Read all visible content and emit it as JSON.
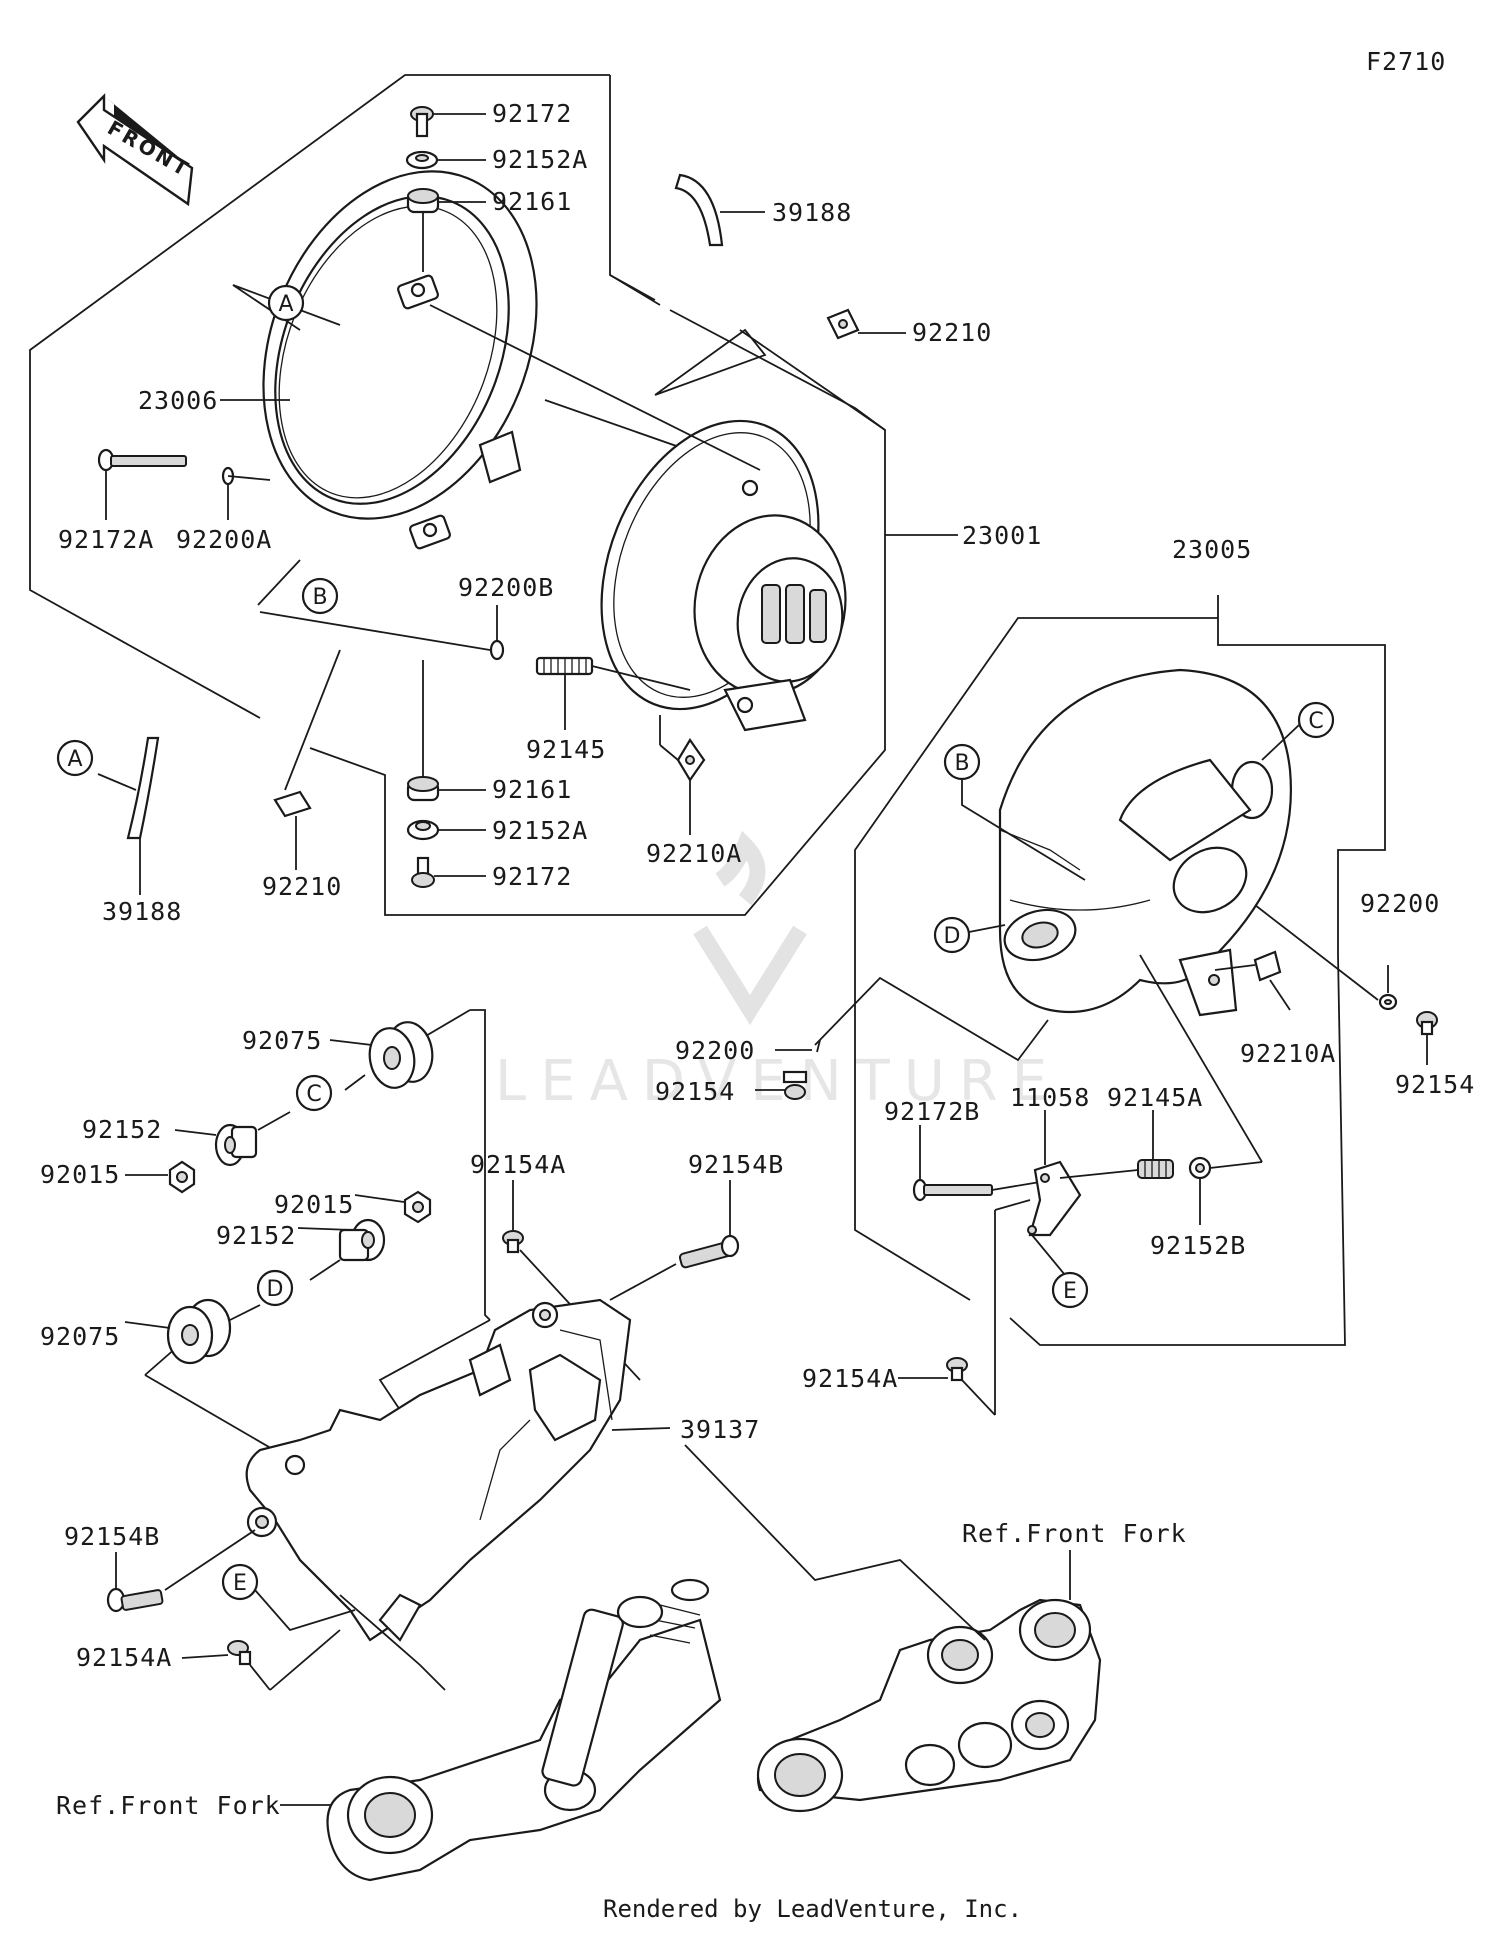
{
  "diagram": {
    "figure_code": "F2710",
    "front_label": "FRONT",
    "watermark": "LEADVENTURE",
    "footer": "Rendered by LeadVenture, Inc.",
    "part_labels": {
      "p92172_top": "92172",
      "p92152A_top": "92152A",
      "p92161_top": "92161",
      "p39188_top": "39188",
      "p92210_top": "92210",
      "p23006": "23006",
      "p92172A": "92172A",
      "p92200A": "92200A",
      "p23001": "23001",
      "p23005": "23005",
      "p92200B": "92200B",
      "p92145": "92145",
      "p92161_bot": "92161",
      "p92152A_bot": "92152A",
      "p92172_bot": "92172",
      "p92210A_left": "92210A",
      "p39188_bot": "39188",
      "p92210_bot": "92210",
      "p92200_right": "92200",
      "p92154_right": "92154",
      "p92210A_right": "92210A",
      "p92200_mid": "92200",
      "p92154_mid": "92154",
      "p92172B": "92172B",
      "p11058": "11058",
      "p92145A": "92145A",
      "p92152B": "92152B",
      "p92154A_right": "92154A",
      "p92075_top": "92075",
      "p92152_top": "92152",
      "p92015_left": "92015",
      "p92015_right": "92015",
      "p92152_mid": "92152",
      "p92075_bot": "92075",
      "p92154A_top": "92154A",
      "p92154B_top": "92154B",
      "p39137": "39137",
      "p92154B_left": "92154B",
      "p92154A_left": "92154A",
      "ref_front_fork_right": "Ref.Front Fork",
      "ref_front_fork_left": "Ref.Front Fork"
    },
    "callouts": {
      "A1": "A",
      "A2": "A",
      "B1": "B",
      "B2": "B",
      "C1": "C",
      "C2": "C",
      "D1": "D",
      "D2": "D",
      "E1": "E",
      "E2": "E"
    }
  }
}
